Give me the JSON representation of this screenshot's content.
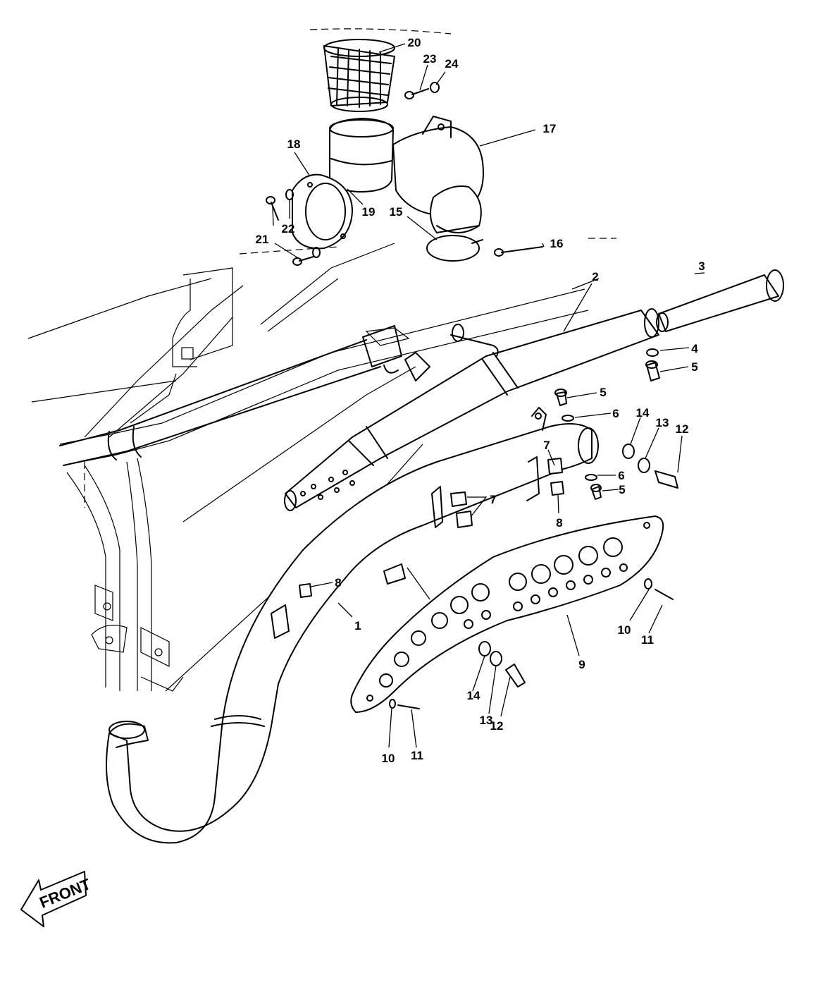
{
  "callouts": {
    "c1": "1",
    "c2": "2",
    "c3": "3",
    "c4": "4",
    "c5a": "5",
    "c5b": "5",
    "c5c": "5",
    "c6a": "6",
    "c6b": "6",
    "c7a": "7",
    "c7b": "7",
    "c8a": "8",
    "c8b": "8",
    "c9": "9",
    "c10a": "10",
    "c10b": "10",
    "c11a": "11",
    "c11b": "11",
    "c12a": "12",
    "c12b": "12",
    "c13a": "13",
    "c13b": "13",
    "c14a": "14",
    "c14b": "14",
    "c15": "15",
    "c16": "16",
    "c17": "17",
    "c18": "18",
    "c19": "19",
    "c20": "20",
    "c21": "21",
    "c22": "22",
    "c23": "23",
    "c24": "24"
  },
  "front_label": "FRONT"
}
